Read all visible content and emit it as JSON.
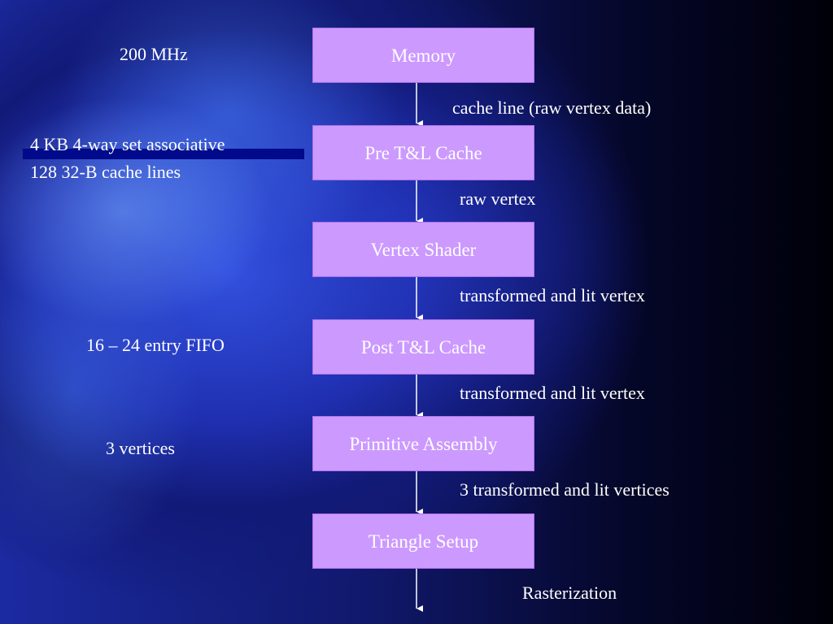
{
  "pipeline": {
    "stages": [
      "Memory",
      "Pre T&L Cache",
      "Vertex Shader",
      "Post T&L Cache",
      "Primitive Assembly",
      "Triangle Setup"
    ],
    "connector_labels": [
      "cache line (raw vertex data)",
      "raw vertex",
      "transformed and lit vertex",
      "transformed and lit vertex",
      "3 transformed and lit vertices",
      "Rasterization"
    ]
  },
  "side_notes": {
    "memory_clock": "200 MHz",
    "pre_cache_line1": "4 KB 4-way set associative",
    "pre_cache_line2": "128 32-B cache lines",
    "post_cache_fifo": "16 – 24 entry FIFO",
    "primitive_vertices": "3 vertices"
  },
  "colors": {
    "box_fill": "#cc99ff",
    "text": "#ffffff",
    "connector": "#ffffff"
  }
}
